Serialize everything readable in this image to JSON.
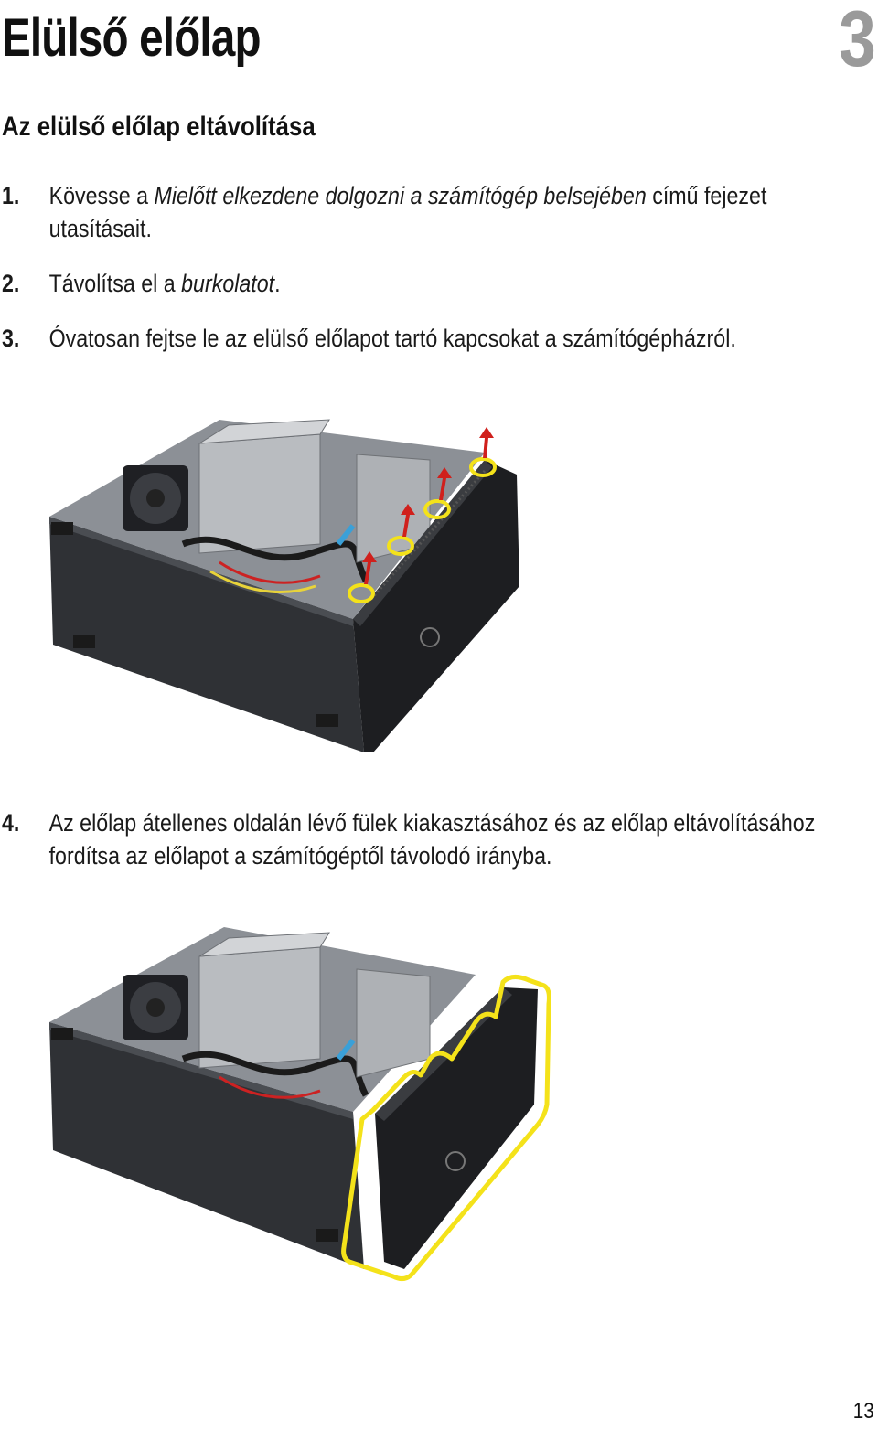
{
  "chapter": {
    "title": "Elülső előlap",
    "number": "3"
  },
  "section": {
    "title": "Az elülső előlap eltávolítása"
  },
  "steps": [
    {
      "num": "1.",
      "text_a": "Kövesse a ",
      "link": "Mielőtt elkezdene dolgozni a számítógép belsejében",
      "text_b": " című fejezet",
      "line2": "utasításait."
    },
    {
      "num": "2.",
      "text_a": "Távolítsa el a ",
      "link": "burkolatot",
      "text_b": "."
    },
    {
      "num": "3.",
      "text": "Óvatosan fejtse le az elülső előlapot tartó kapcsokat a számítógépházról."
    },
    {
      "num": "4.",
      "line1": "Az előlap átellenes oldalán lévő fülek kiakasztásához és az előlap eltávolításához",
      "line2": "fordítsa az előlapot a számítógéptől távolodó irányba."
    }
  ],
  "colors": {
    "highlight": "#f4e21a",
    "arrow": "#d0201c",
    "chassis": "#2a2c30"
  },
  "page_number": "13"
}
